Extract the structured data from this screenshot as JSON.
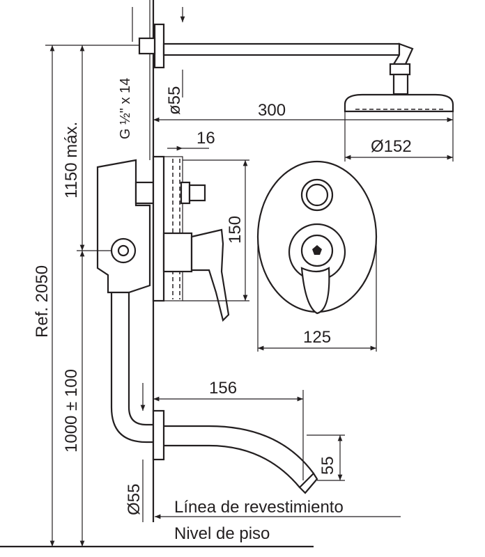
{
  "dimensions": {
    "thread": "G ½\" x 14",
    "flange_top": "ø55",
    "arm_length": "300",
    "head_diameter": "Ø152",
    "plate_offset": "16",
    "plate_height": "150",
    "max_height": "1150 máx.",
    "reference": "Ref. 2050",
    "valve_height": "1000 ± 100",
    "plate_width": "125",
    "spout_length": "156",
    "spout_drop": "55",
    "flange_bottom": "Ø55"
  },
  "labels": {
    "wall_line": "Línea de revestimiento",
    "floor_level": "Nivel de piso"
  }
}
